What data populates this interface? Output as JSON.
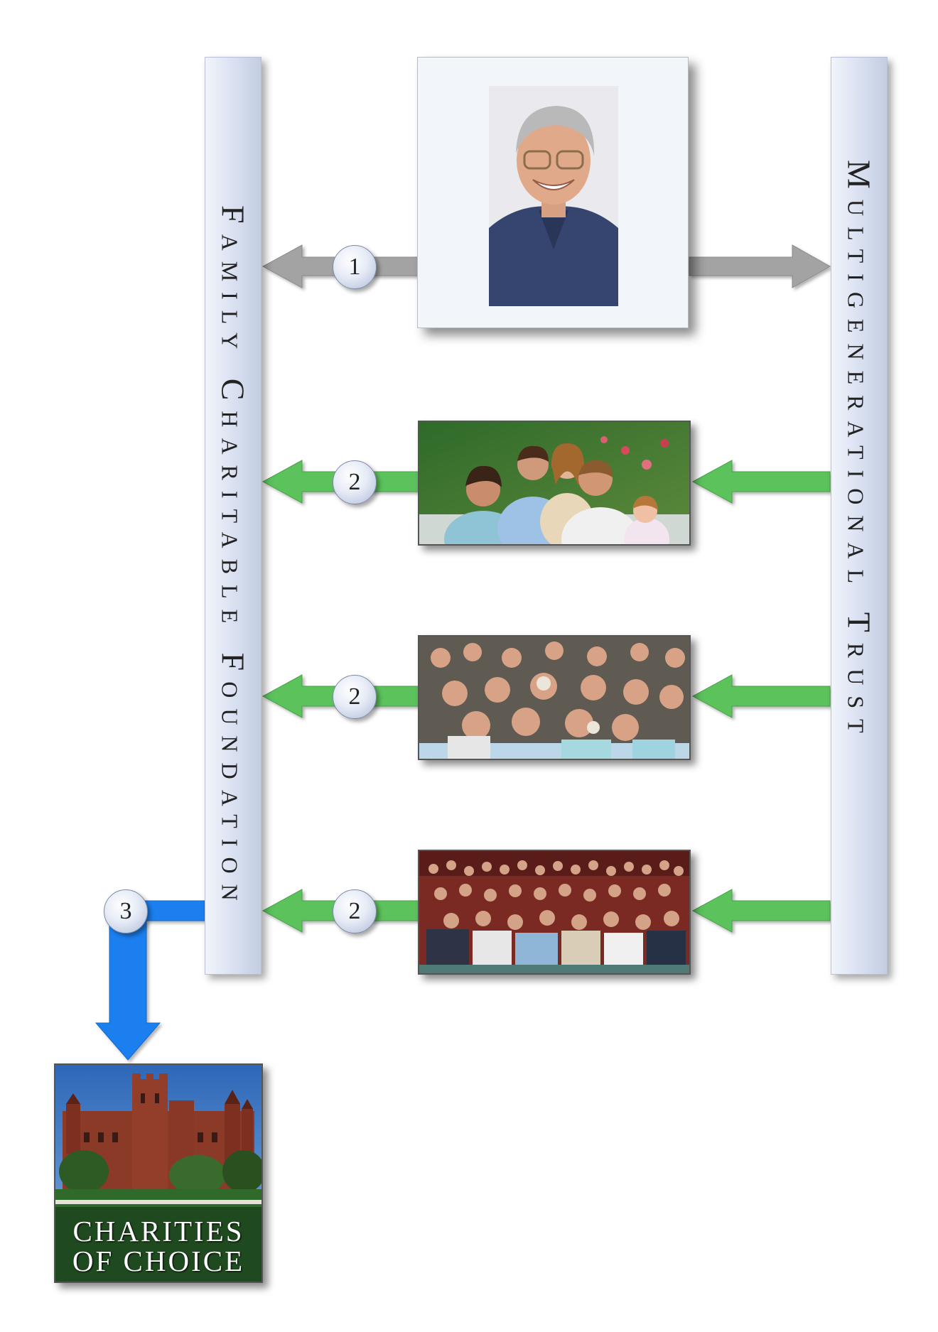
{
  "left_pillar": {
    "label": "Family Charitable Foundation"
  },
  "right_pillar": {
    "label": "Multigenerational Trust"
  },
  "badges": {
    "step1": "1",
    "step2": "2",
    "step3": "3"
  },
  "charities": {
    "line1": "CHARITIES",
    "line2": "OF CHOICE"
  },
  "colors": {
    "gray_arrow": "#a0a0a0",
    "green_arrow": "#5cc25c",
    "blue_arrow": "#1a7ff0",
    "pillar": "#d7dff0"
  }
}
